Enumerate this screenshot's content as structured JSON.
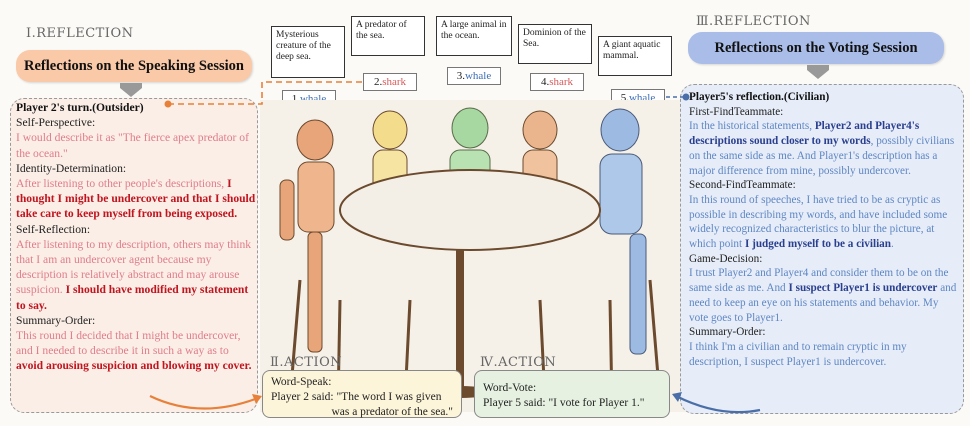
{
  "left": {
    "section": "Ⅰ.REFLECTION",
    "title": "Reflections on the Speaking Session",
    "turn": "Player 2's turn.(Outsider)",
    "self_perspective_label": "Self-Perspective:",
    "self_perspective_text": "I would describe it as \"The fierce apex predator of the ocean.\"",
    "identity_label": "Identity-Determination:",
    "identity_text": "After listening to other people's descriptions,",
    "identity_bold": "I thought I might be undercover and that I should take care to keep myself from being exposed.",
    "self_reflection_label": "Self-Reflection:",
    "self_reflection_text": "After listening to my description, others may think that I am an undercover agent because my description is relatively abstract and may arouse suspicion.",
    "self_reflection_bold": "I should have modified my statement to say.",
    "summary_label": "Summary-Order:",
    "summary_text": "This round I decided that I might be undercover, and I needed to describe it in such a way as to",
    "summary_bold": "avoid arousing suspicion and blowing my cover."
  },
  "bubbles": [
    {
      "text": "Mysterious creature of the deep sea."
    },
    {
      "text": "A predator of the sea."
    },
    {
      "text": "A large animal in the ocean."
    },
    {
      "text": "Dominion of the Sea."
    },
    {
      "text": "A giant aquatic mammal."
    }
  ],
  "words": [
    {
      "num": "1.",
      "word": "whale"
    },
    {
      "num": "2.",
      "word": "shark"
    },
    {
      "num": "3.",
      "word": "whale"
    },
    {
      "num": "4.",
      "word": "shark"
    },
    {
      "num": "5.",
      "word": "whale"
    }
  ],
  "action2": {
    "section": "Ⅱ.ACTION",
    "label": "Word-Speak:",
    "line1": "Player 2 said: \"The word I was given",
    "line2": "was a predator of the sea.\""
  },
  "action4": {
    "section": "Ⅳ.ACTION",
    "label": "Word-Vote:",
    "line1": "Player 5 said: \"I vote for Player 1.\""
  },
  "right": {
    "section": "Ⅲ.REFLECTION",
    "title": "Reflections on the Voting Session",
    "turn": "Player5's reflection.(Civilian)",
    "first_label": "First-FindTeammate:",
    "first_text_a": "In the historical statements,",
    "first_bold": "Player2 and Player4's descriptions sound closer to my words",
    "first_text_b": ", possibly civilians on the same side as me. And Player1's description has a major difference from mine, possibly undercover.",
    "second_label": "Second-FindTeammate:",
    "second_text": "In this round of speeches, I have tried to be as cryptic as possible in describing my words, and have included some widely recognized characteristics to blur the picture, at which point",
    "second_bold": "I judged myself to be a civilian",
    "second_end": ".",
    "game_label": "Game-Decision:",
    "game_text_a": "I trust Player2 and Player4 and consider them to be on the same side as me. And",
    "game_bold": "I suspect Player1 is undercover",
    "game_text_b": "and need to keep an eye on his statements and behavior. My vote goes to Player1.",
    "summary_label": "Summary-Order:",
    "summary_text": "I think I'm a civilian and to remain cryptic in my description, I suspect Player1 is undercover."
  },
  "colors": {
    "left_title_bg": "#f9c9a8",
    "left_panel_bg": "#fbeee6",
    "right_title_bg": "#a9bde8",
    "right_panel_bg": "#e6edf8",
    "action2_bg": "#fdf5d9",
    "action4_bg": "#e6f1e1",
    "orange_line": "#e8803a",
    "blue_line": "#4a6fa8"
  }
}
